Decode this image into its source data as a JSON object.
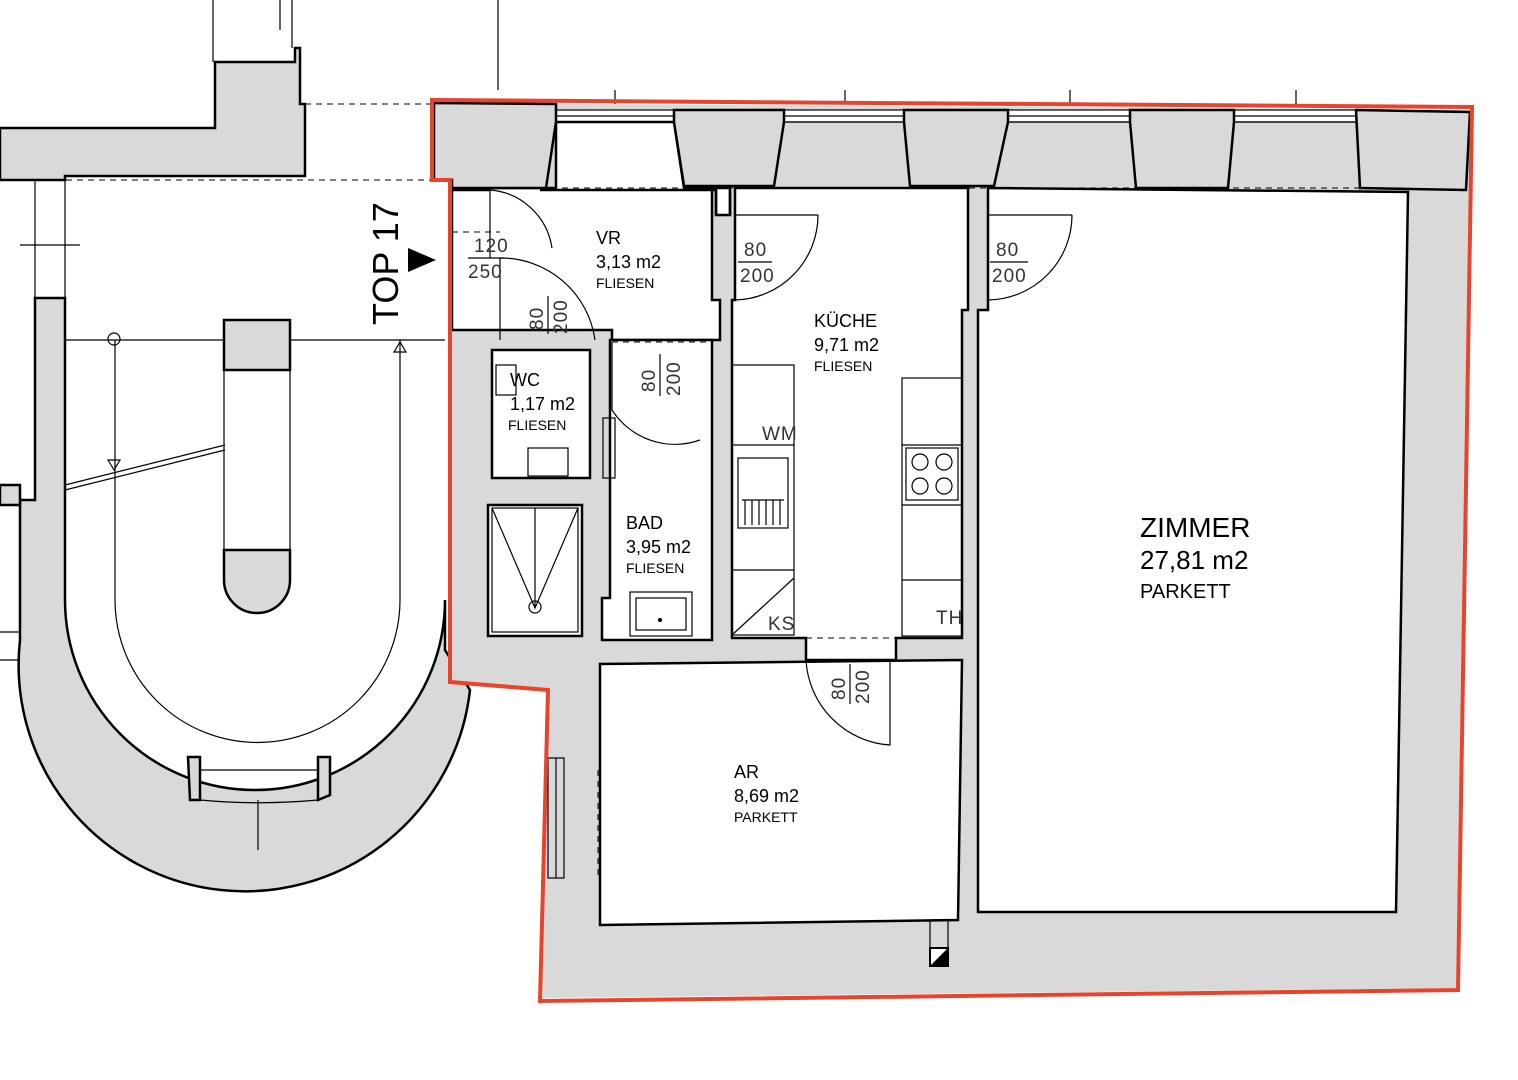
{
  "unit_label": {
    "text": "TOP 17"
  },
  "rooms": {
    "vr": {
      "name": "VR",
      "area": "3,13 m2",
      "floor": "FLIESEN"
    },
    "wc": {
      "name": "WC",
      "area": "1,17 m2",
      "floor": "FLIESEN"
    },
    "kueche": {
      "name": "KÜCHE",
      "area": "9,71 m2",
      "floor": "FLIESEN"
    },
    "bad": {
      "name": "BAD",
      "area": "3,95 m2",
      "floor": "FLIESEN"
    },
    "zimmer": {
      "name": "ZIMMER",
      "area": "27,81 m2",
      "floor": "PARKETT"
    },
    "ar": {
      "name": "AR",
      "area": "8,69 m2",
      "floor": "PARKETT"
    }
  },
  "doors": {
    "entry": {
      "width": "120",
      "height": "250"
    },
    "vr_wc": {
      "width": "80",
      "height": "200"
    },
    "vr_bad": {
      "width": "80",
      "height": "200"
    },
    "vr_kueche": {
      "width": "80",
      "height": "200"
    },
    "kueche_zimmer": {
      "width": "80",
      "height": "200"
    },
    "kueche_ar": {
      "width": "80",
      "height": "200"
    }
  },
  "fixtures": {
    "wm": "WM",
    "ks": "KS",
    "th": "TH"
  },
  "colors": {
    "unit_outline": "#e8432d",
    "wall_fill": "#d9d9d9"
  }
}
